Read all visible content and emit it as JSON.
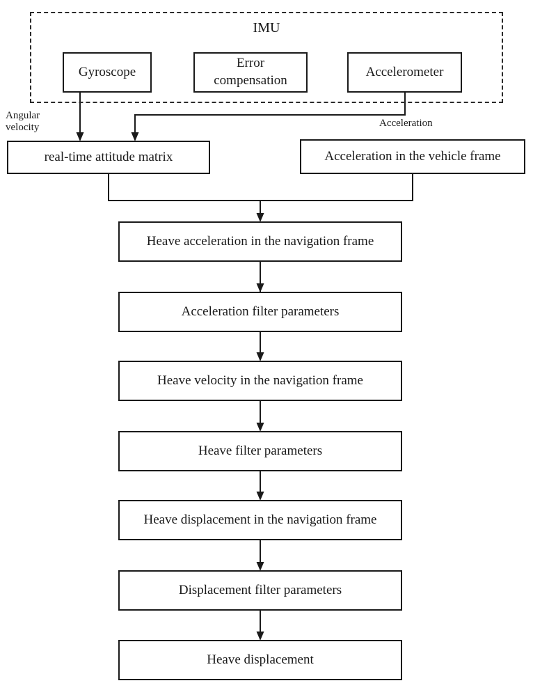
{
  "colors": {
    "line": "#1a1a1a",
    "background": "#ffffff"
  },
  "imu": {
    "title": "IMU",
    "sensors": [
      {
        "label": "Gyroscope"
      },
      {
        "label": "Error compensation"
      },
      {
        "label": "Accelerometer"
      }
    ]
  },
  "signal_labels": {
    "angular_velocity": "Angular velocity",
    "acceleration": "Acceleration"
  },
  "flow": {
    "attitude_matrix": "real-time attitude matrix",
    "vehicle_acceleration": "Acceleration in the vehicle frame",
    "chain": [
      "Heave acceleration in the navigation frame",
      "Acceleration filter parameters",
      "Heave velocity in the navigation frame",
      "Heave filter parameters",
      "Heave displacement in the navigation frame",
      "Displacement filter parameters",
      "Heave displacement"
    ]
  }
}
